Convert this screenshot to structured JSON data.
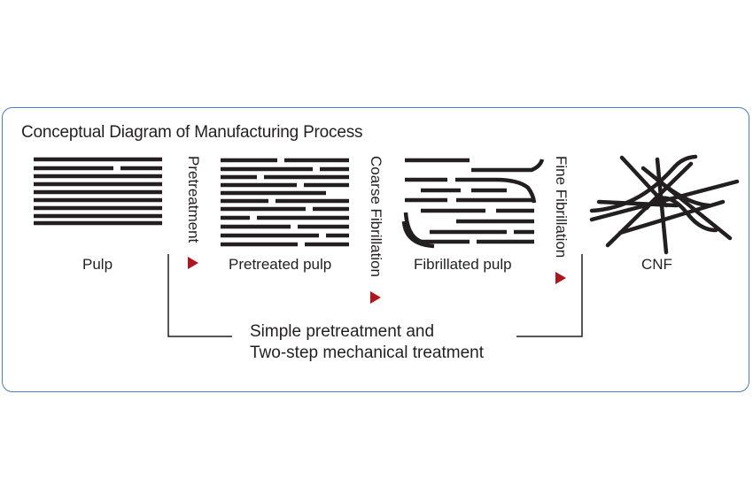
{
  "title": "Conceptual Diagram of Manufacturing Process",
  "stages": {
    "pulp": "Pulp",
    "pretreated": "Pretreated pulp",
    "fibrillated": "Fibrillated pulp",
    "cnf": "CNF"
  },
  "steps": {
    "pretreatment": "Pretreatment",
    "coarse": "Coarse Fibrillation",
    "fine": "Fine Fibrillation"
  },
  "caption": {
    "line1": "Simple pretreatment and",
    "line2": "Two-step mechanical treatment"
  },
  "colors": {
    "frame": "#4a7cc4",
    "arrow": "#b0151e",
    "ink": "#231f20"
  }
}
